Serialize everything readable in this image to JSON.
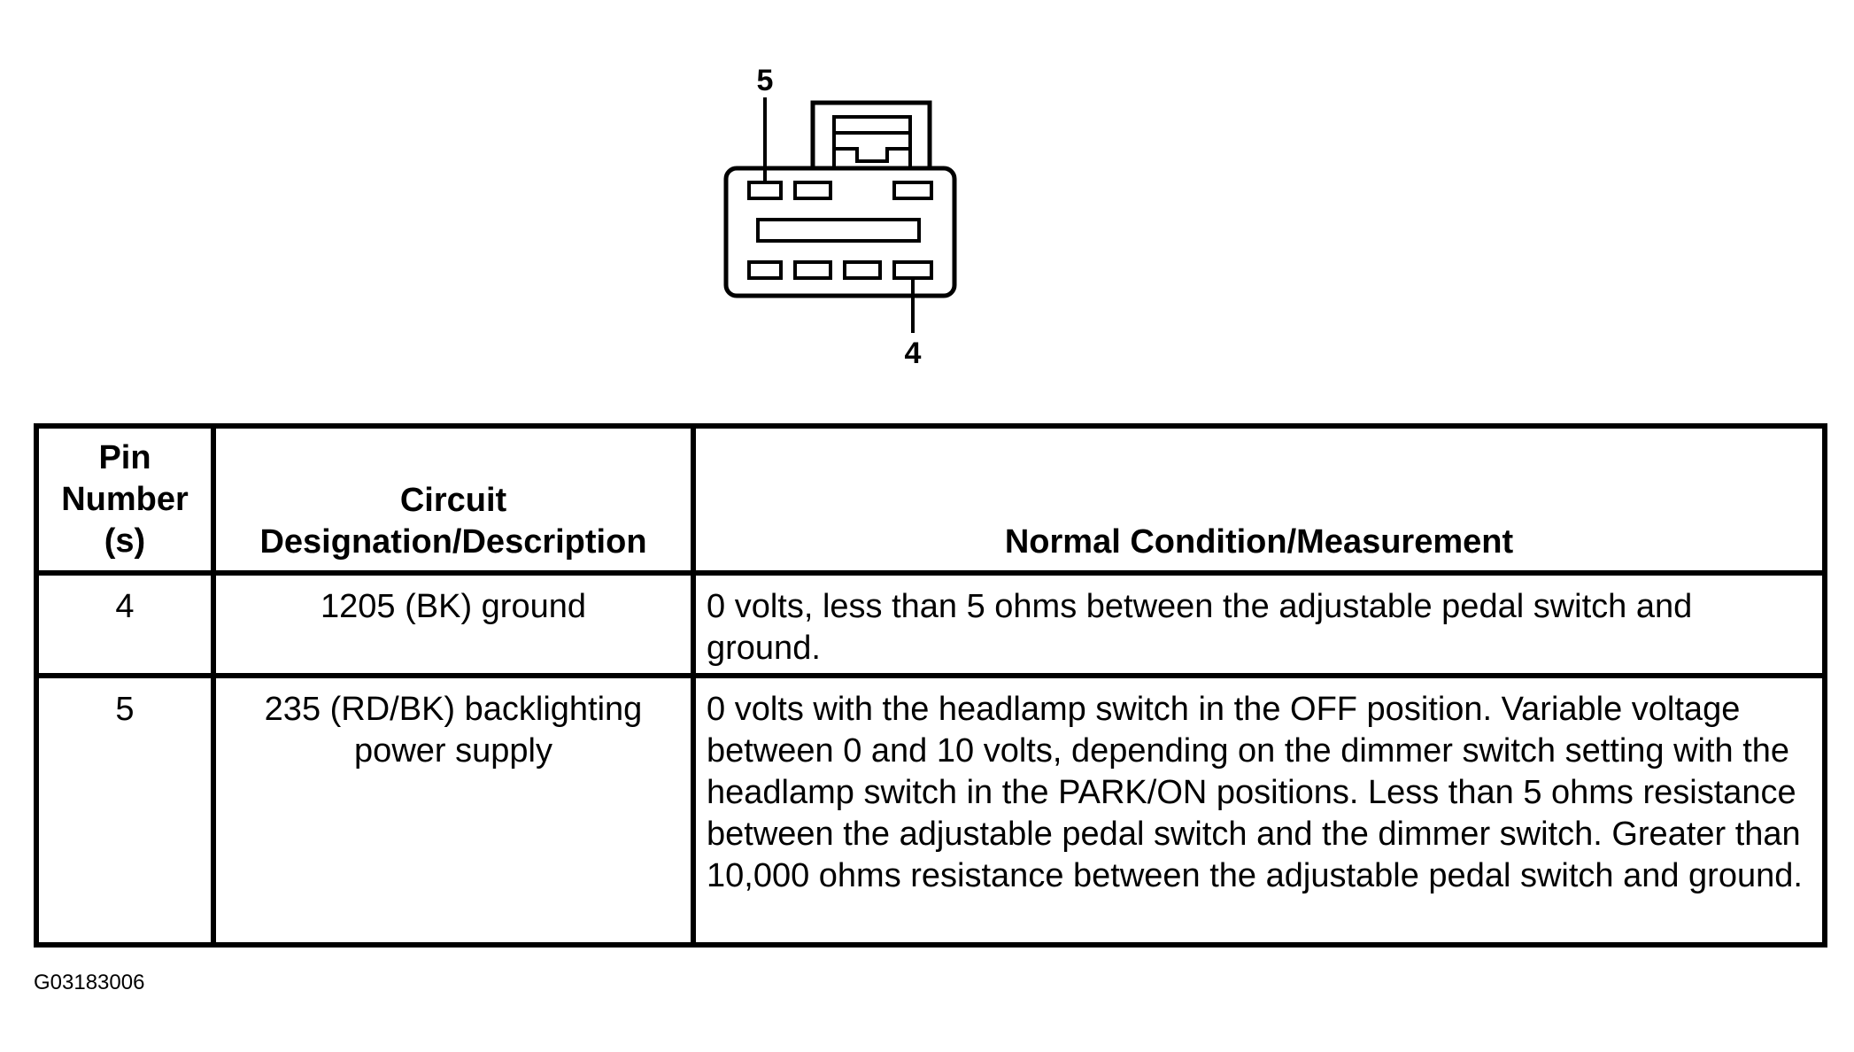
{
  "connector": {
    "pin_top_label": "5",
    "pin_bottom_label": "4"
  },
  "table": {
    "headers": {
      "pin": "Pin Number (s)",
      "circuit": "Circuit Designation/Description",
      "condition": "Normal Condition/Measurement"
    },
    "rows": [
      {
        "pin": "4",
        "circuit": "1205 (BK) ground",
        "condition": "0 volts, less than 5 ohms between the adjustable pedal switch and ground."
      },
      {
        "pin": "5",
        "circuit": "235 (RD/BK) backlighting power supply",
        "condition": "0 volts with the headlamp switch in the OFF position. Variable voltage between 0 and 10 volts, depending on the dimmer switch setting with the headlamp switch in the PARK/ON positions. Less than 5 ohms resistance between the adjustable pedal switch and the dimmer switch. Greater than 10,000 ohms resistance between the adjustable pedal switch and ground."
      }
    ]
  },
  "figure_id": "G03183006"
}
